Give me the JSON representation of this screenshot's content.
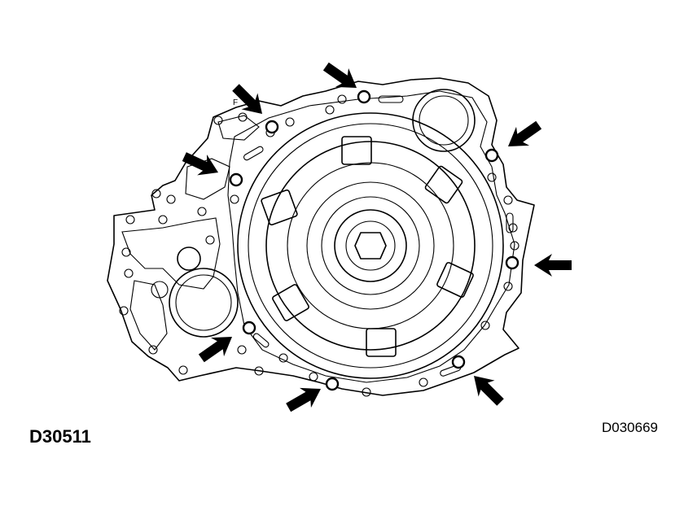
{
  "figure_code": "D30511",
  "reference_code": "D030669",
  "small_label": "F",
  "colors": {
    "ink": "#000000",
    "paper": "#ffffff"
  },
  "bolt_count": 8
}
